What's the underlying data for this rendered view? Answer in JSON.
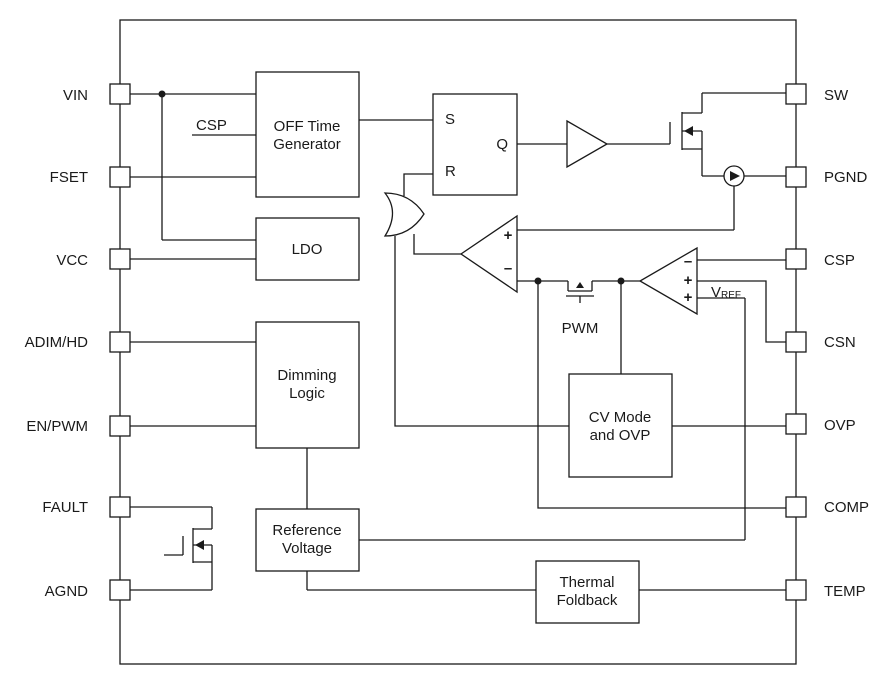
{
  "pins_left": [
    "VIN",
    "FSET",
    "VCC",
    "ADIM/HD",
    "EN/PWM",
    "FAULT",
    "AGND"
  ],
  "pins_right": [
    "SW",
    "PGND",
    "CSP",
    "CSN",
    "OVP",
    "COMP",
    "TEMP"
  ],
  "blocks": {
    "off_time": [
      "OFF Time",
      "Generator"
    ],
    "ldo": "LDO",
    "dimming": [
      "Dimming",
      "Logic"
    ],
    "reference": [
      "Reference",
      "Voltage"
    ],
    "thermal": [
      "Thermal",
      "Foldback"
    ],
    "cv_mode": [
      "CV Mode",
      "and OVP"
    ],
    "latch_s": "S",
    "latch_r": "R",
    "latch_q": "Q"
  },
  "labels": {
    "csp_input": "CSP",
    "pwm": "PWM",
    "vref_main": "V",
    "vref_sub": "REF"
  },
  "comparator_signs": {
    "plus": "+",
    "minus": "–"
  }
}
